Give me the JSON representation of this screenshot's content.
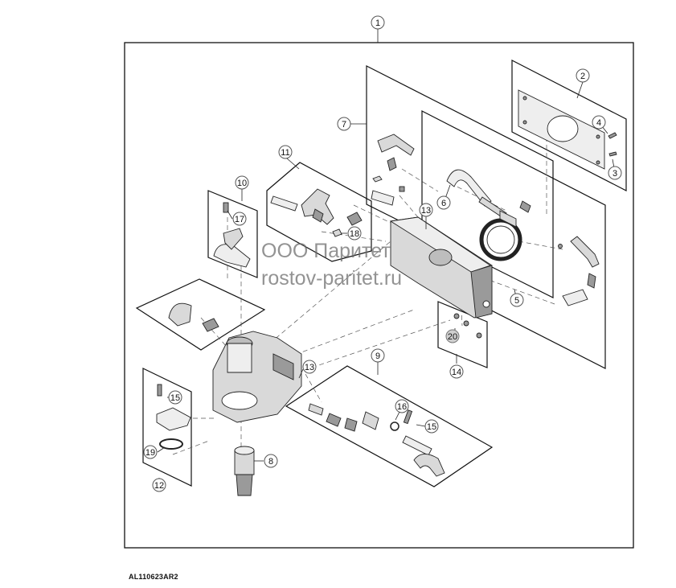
{
  "figure_id": "AL110623AR2",
  "watermark": {
    "line1": "ООО Паритет",
    "line2": "rostov-paritet.ru"
  },
  "callouts": [
    {
      "id": "c1",
      "label": "1"
    },
    {
      "id": "c2",
      "label": "2"
    },
    {
      "id": "c3",
      "label": "3"
    },
    {
      "id": "c4",
      "label": "4"
    },
    {
      "id": "c5",
      "label": "5"
    },
    {
      "id": "c6",
      "label": "6"
    },
    {
      "id": "c7",
      "label": "7"
    },
    {
      "id": "c8",
      "label": "8"
    },
    {
      "id": "c9",
      "label": "9"
    },
    {
      "id": "c10",
      "label": "10"
    },
    {
      "id": "c11",
      "label": "11"
    },
    {
      "id": "c12",
      "label": "12"
    },
    {
      "id": "c13a",
      "label": "13"
    },
    {
      "id": "c13b",
      "label": "13"
    },
    {
      "id": "c14",
      "label": "14"
    },
    {
      "id": "c15a",
      "label": "15"
    },
    {
      "id": "c15b",
      "label": "15"
    },
    {
      "id": "c16",
      "label": "16"
    },
    {
      "id": "c17",
      "label": "17"
    },
    {
      "id": "c18",
      "label": "18"
    },
    {
      "id": "c19",
      "label": "19"
    },
    {
      "id": "c20",
      "label": "20"
    }
  ]
}
